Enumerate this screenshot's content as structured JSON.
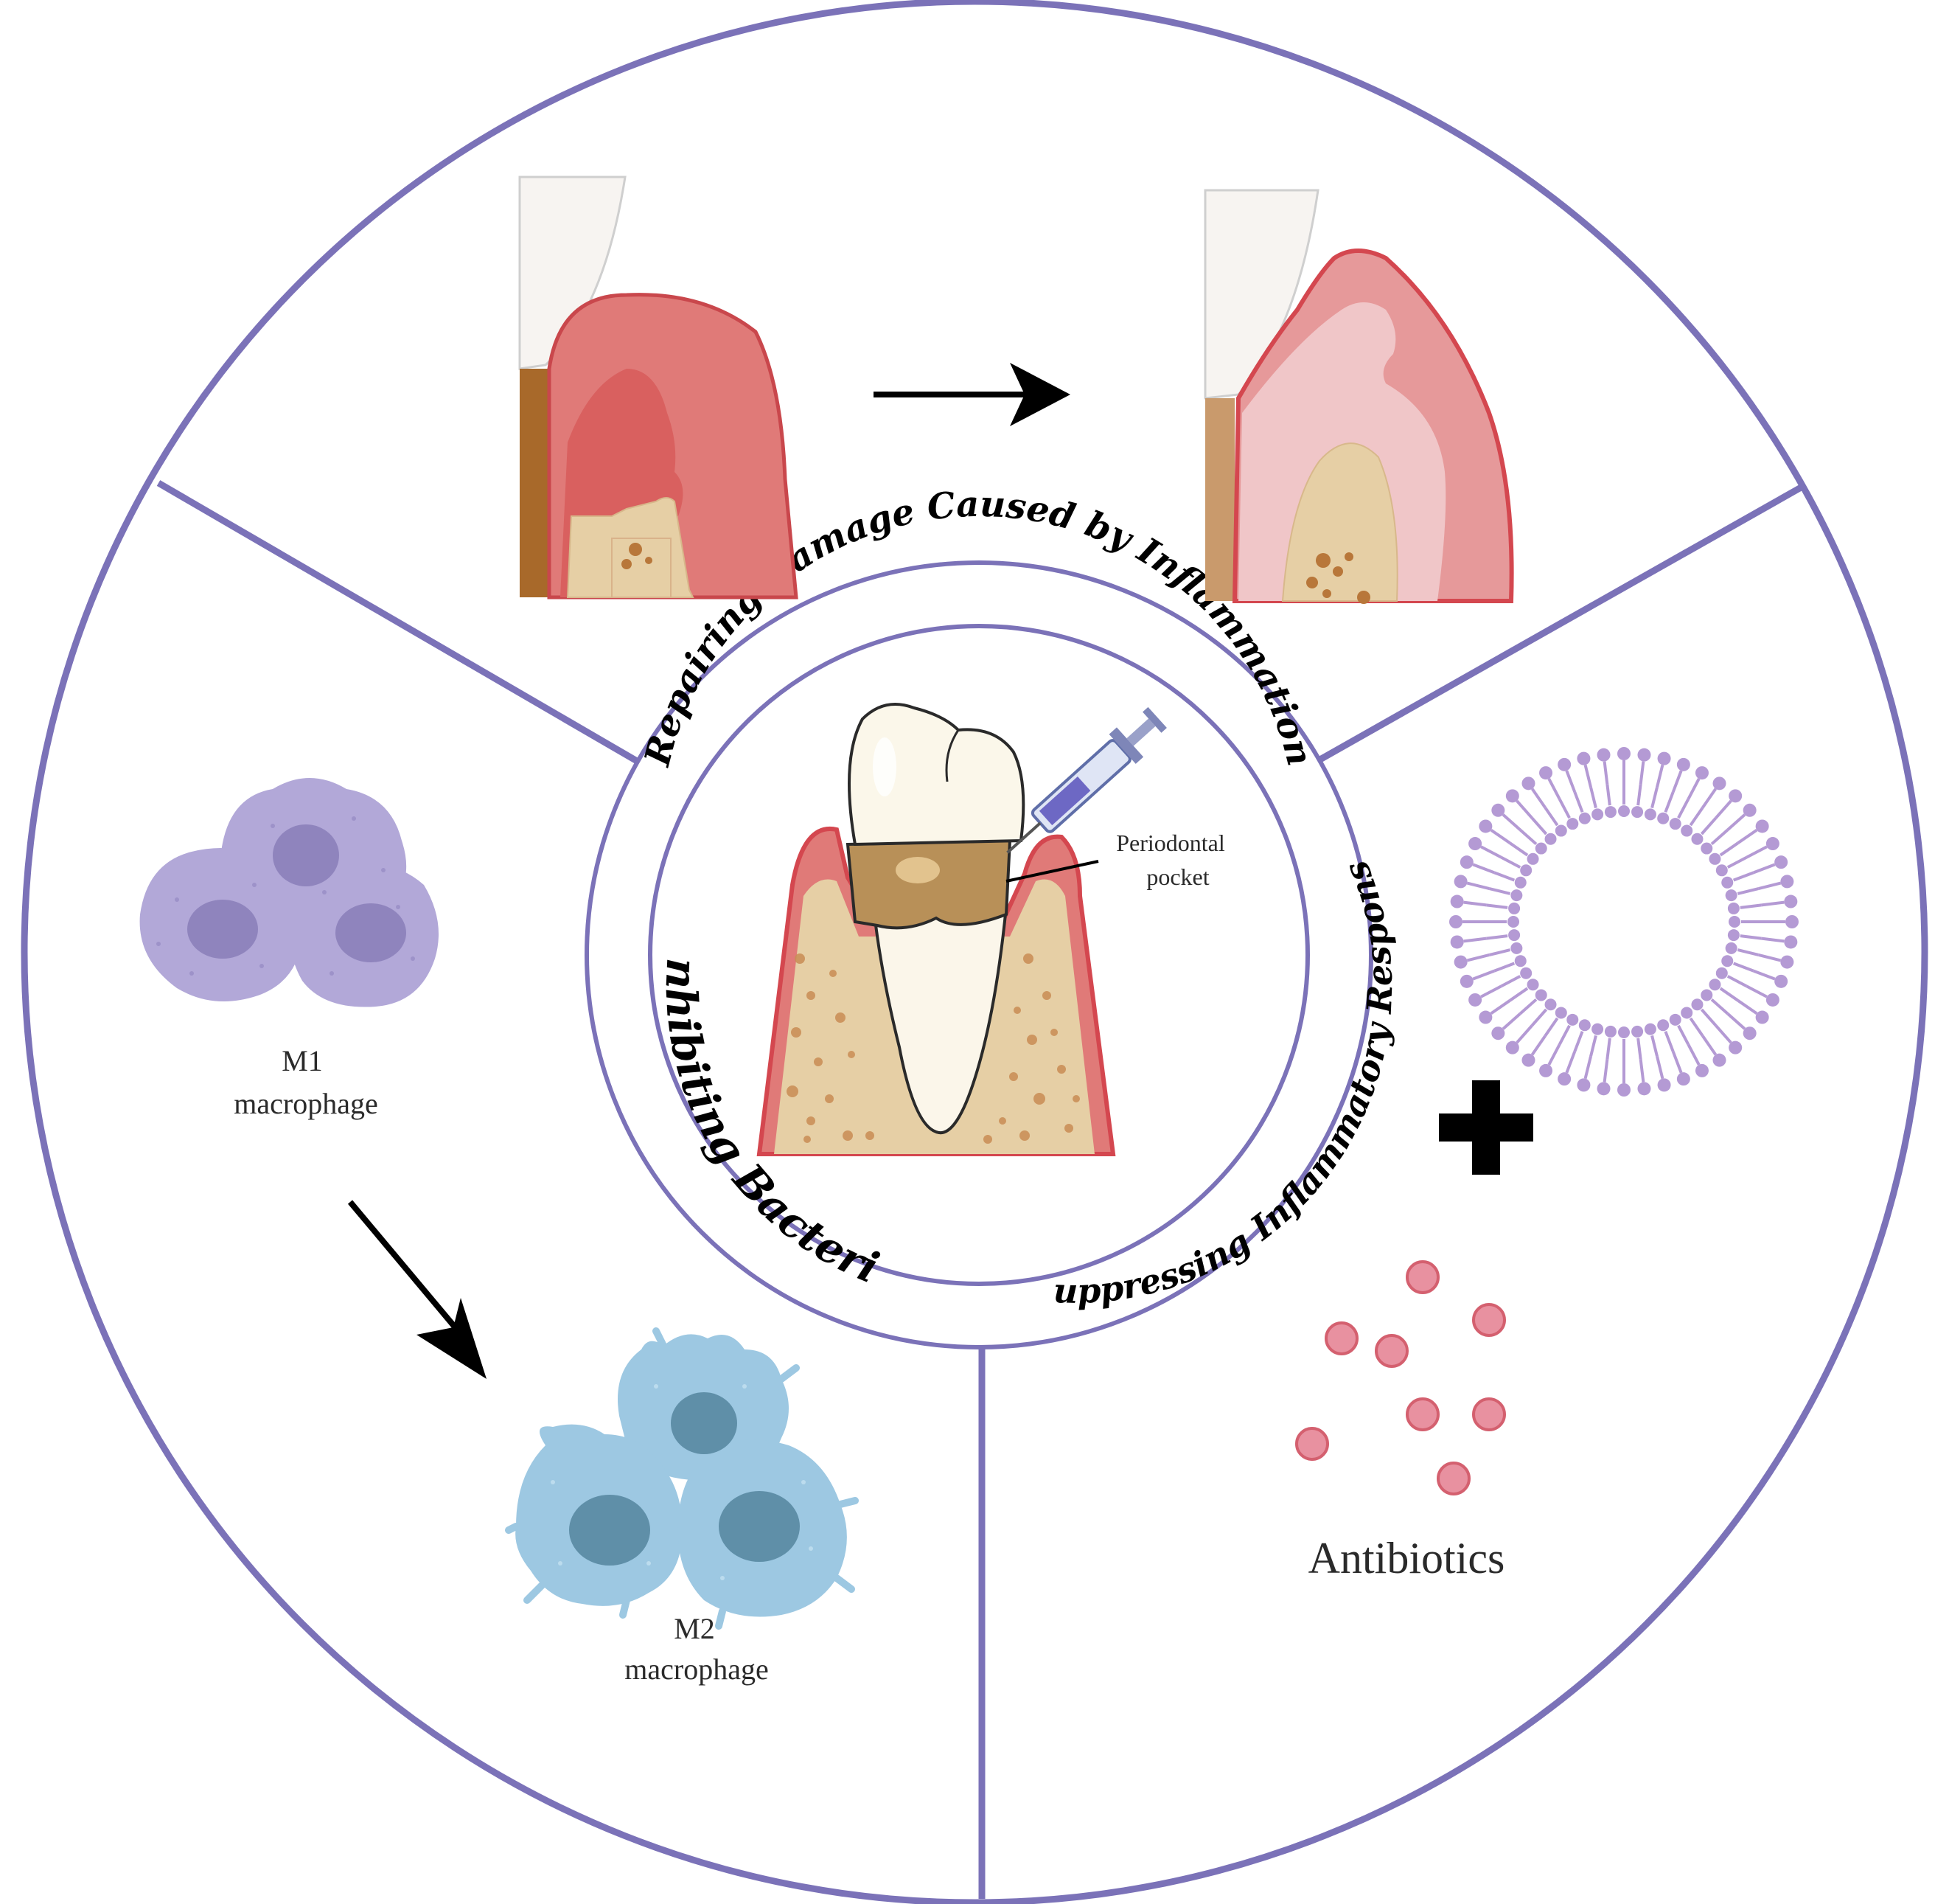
{
  "center": {
    "callout": {
      "line1": "Periodontal",
      "line2": "pocket"
    }
  },
  "ring_titles": {
    "top": "Repairing Damage Caused by Inflammation",
    "left": "Inhibiting Bacteria",
    "right": "Suppressing Inflammatory Response"
  },
  "left_panel": {
    "m1_label_line1": "M1",
    "m1_label_line2": "macrophage",
    "m2_label_line1": "M2",
    "m2_label_line2": "macrophage"
  },
  "right_panel": {
    "antibiotics_label": "Antibiotics"
  },
  "colors": {
    "ring": "#7b72b8",
    "gum": "#e07a78",
    "gum_dark": "#d4474f",
    "bone": "#e6cfa5",
    "bone_spot": "#b8773a",
    "m1": "#b2a8d8",
    "m2": "#9dc8e2",
    "liposome": "#b49ad4",
    "antibiotic": "#e891a0"
  }
}
